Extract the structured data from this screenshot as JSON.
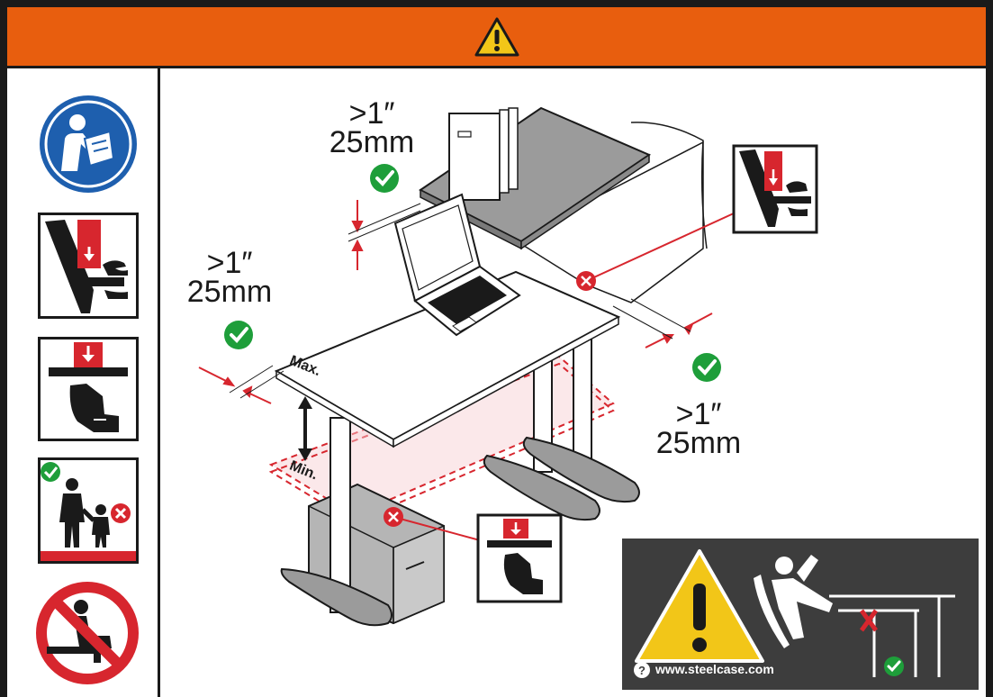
{
  "header": {
    "background": "#E85E0E",
    "icon": "warning-triangle-icon"
  },
  "sidebar": {
    "icons": [
      "read-manual-icon",
      "hand-pinch-hazard-icon",
      "hand-crush-under-surface-icon",
      "child-supervision-icon",
      "no-sitting-on-desk-icon"
    ]
  },
  "clearances": {
    "top_inch": ">1″",
    "top_mm": "25mm",
    "left_inch": ">1″",
    "left_mm": "25mm",
    "right_inch": ">1″",
    "right_mm": "25mm"
  },
  "desk": {
    "max_label": "Max.",
    "min_label": "Min."
  },
  "steelcase_panel": {
    "url": "www.steelcase.com"
  },
  "colors": {
    "orange": "#E85E0E",
    "green": "#1E9E3A",
    "red": "#D7262E",
    "blue": "#1E5FAE",
    "panel": "#3D3D3D",
    "yellow": "#F2C618"
  }
}
